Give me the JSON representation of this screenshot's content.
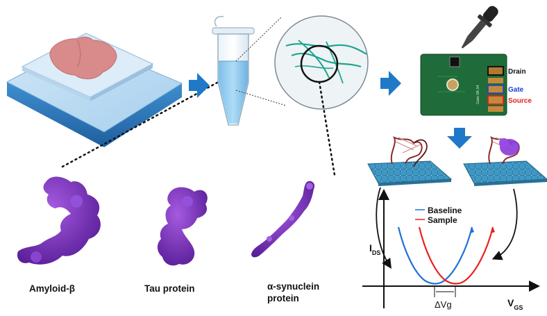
{
  "proteins": {
    "amyloid": "Amyloid-β",
    "tau": "Tau protein",
    "synuclein_line1": "α-synuclein",
    "synuclein_line2": "protein"
  },
  "chip": {
    "drain": "Drain",
    "gate": "Gate",
    "source": "Source",
    "board_text": "Gate 08-34"
  },
  "graph": {
    "legend_baseline": "Baseline",
    "legend_sample": "Sample",
    "ylabel_main": "I",
    "ylabel_sub": "DS",
    "xlabel_main": "V",
    "xlabel_sub": "GS",
    "delta_label": "ΔVg"
  },
  "colors": {
    "arrow_blue": "#1f78c8",
    "protein_purple": "#7a2fc0",
    "baseline": "#1f6fd6",
    "sample": "#e8201e",
    "gate_text": "#1f3fd6",
    "source_text": "#e02020",
    "board_green": "#1f6b3a",
    "tube_liquid": "#8fc8ec",
    "brain_tissue": "#d98a8a",
    "tray_blue": "#3f8fd0"
  },
  "icons": [
    "tissue-slide-icon",
    "eppendorf-tube-icon",
    "magnifier-circle-icon",
    "dropper-icon",
    "sensor-chip-icon",
    "graphene-lattice-icon",
    "aptamer-icon"
  ]
}
